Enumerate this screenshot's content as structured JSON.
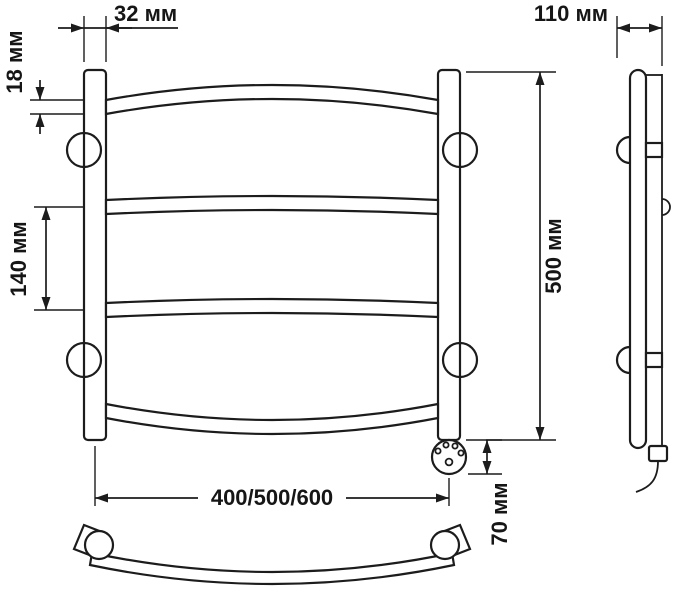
{
  "page": {
    "background": "#ffffff",
    "description": "Dimensional technical drawing of a curved ladder-style heated towel rail: front view, side view and plan view"
  },
  "drawing": {
    "stroke_color": "#1c1c1c",
    "views": {
      "front": "front-view",
      "side": "side-view",
      "plan": "bottom-plan-view"
    },
    "labels": {
      "top_width": "32 мм",
      "tube_diameter": "18 мм",
      "bar_spacing": "140 мм",
      "height": "500 мм",
      "depth": "110 мм",
      "width_variants": "400/500/600",
      "heater_offset": "70 мм"
    }
  }
}
